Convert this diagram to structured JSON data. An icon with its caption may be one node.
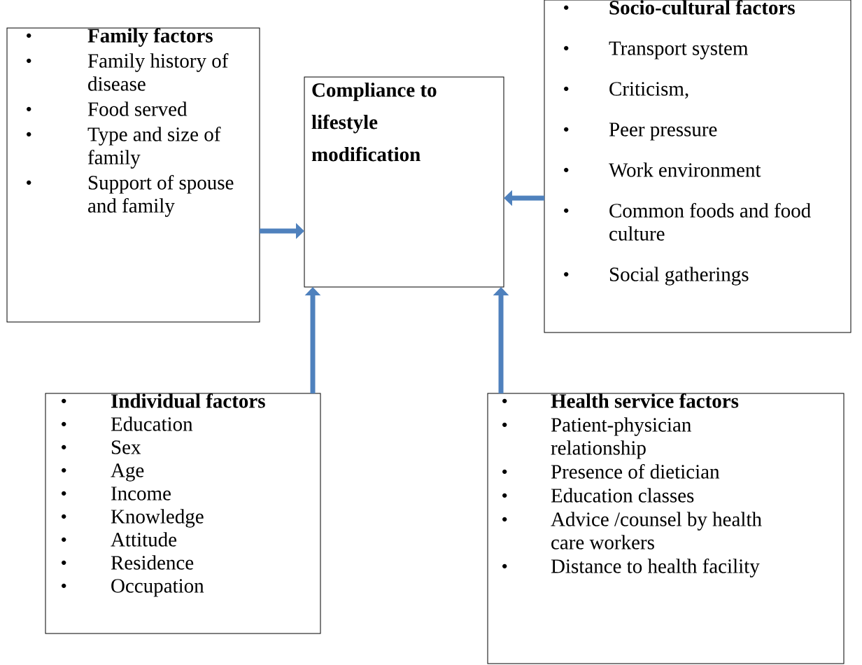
{
  "diagram": {
    "nodes": [
      {
        "text": [
          "Family factors",
          "Family history of disease",
          "Food served",
          "Type and size of family",
          "Support of spouse and family"
        ]
      },
      {
        "text": [
          "Compliance to lifestyle modification"
        ]
      },
      {
        "text": [
          "Socio-cultural factors",
          "Transport system",
          "Criticism,",
          "Peer pressure",
          "Work environment",
          "Common foods and food culture",
          "Social gatherings"
        ]
      },
      {
        "text": [
          "Individual factors",
          "Education",
          "Sex",
          "Age",
          "Income",
          "Knowledge",
          "Attitude",
          "Residence",
          "Occupation"
        ]
      },
      {
        "text": [
          "Health service factors",
          "Patient-physician relationship",
          "Presence of dietician",
          "Education classes",
          "Advice /counsel by health care workers",
          "Distance to health facility"
        ]
      }
    ],
    "edges": [
      {
        "from": 0,
        "to": 1,
        "arrow": "to"
      },
      {
        "from": 2,
        "to": 1,
        "arrow": "to"
      },
      {
        "from": 3,
        "to": 1,
        "arrow": "to"
      },
      {
        "from": 4,
        "to": 1,
        "arrow": "to"
      }
    ]
  }
}
